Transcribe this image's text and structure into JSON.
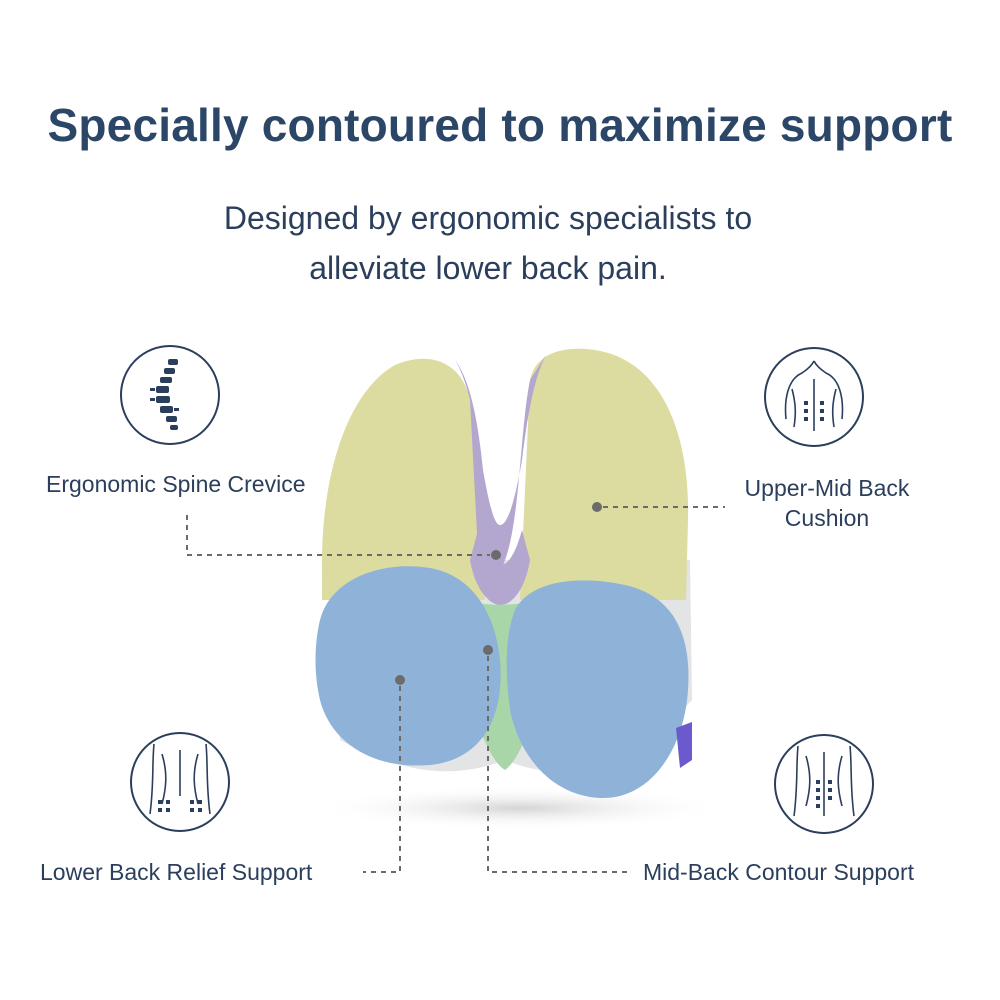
{
  "heading": "Specially contoured to maximize support",
  "subheading": {
    "line1": "Designed by ergonomic specialists to",
    "line2": "alleviate lower back pain."
  },
  "callouts": {
    "spine": "Ergonomic Spine Crevice",
    "upper_mid_line1": "Upper-Mid Back",
    "upper_mid_line2": "Cushion",
    "lower_back": "Lower Back Relief Support",
    "mid_back": "Mid-Back Contour Support"
  },
  "icons": {
    "spine": "spine-icon",
    "upper_back": "upper-back-icon",
    "lower_back": "lower-back-icon",
    "mid_back": "mid-back-icon"
  },
  "colors": {
    "heading": "#2c4668",
    "text": "#2b3f5c",
    "zone_upper": "#dcdca0",
    "zone_crevice": "#b3a6cf",
    "zone_middle": "#a8d6a8",
    "zone_lower": "#8fb2d8",
    "leader_line": "#6b6b6b"
  }
}
